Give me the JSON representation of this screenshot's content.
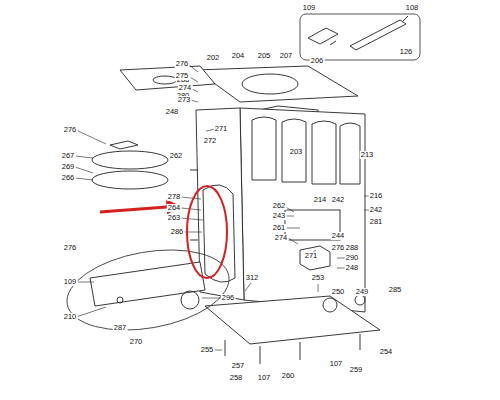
{
  "diagram": {
    "labels": [
      "109",
      "108",
      "126",
      "202",
      "204",
      "205",
      "207",
      "206",
      "288",
      "280",
      "248",
      "276",
      "275",
      "274",
      "273",
      "271",
      "272",
      "276",
      "267",
      "262",
      "269",
      "266",
      "203",
      "213",
      "216",
      "242",
      "281",
      "278",
      "264",
      "263",
      "286",
      "262",
      "214",
      "242",
      "243",
      "261",
      "274",
      "244",
      "276",
      "288",
      "290",
      "248",
      "271",
      "253",
      "276",
      "109",
      "210",
      "287",
      "270",
      "296",
      "312",
      "250",
      "249",
      "285",
      "255",
      "257",
      "258",
      "107",
      "260",
      "107",
      "259",
      "254"
    ]
  }
}
